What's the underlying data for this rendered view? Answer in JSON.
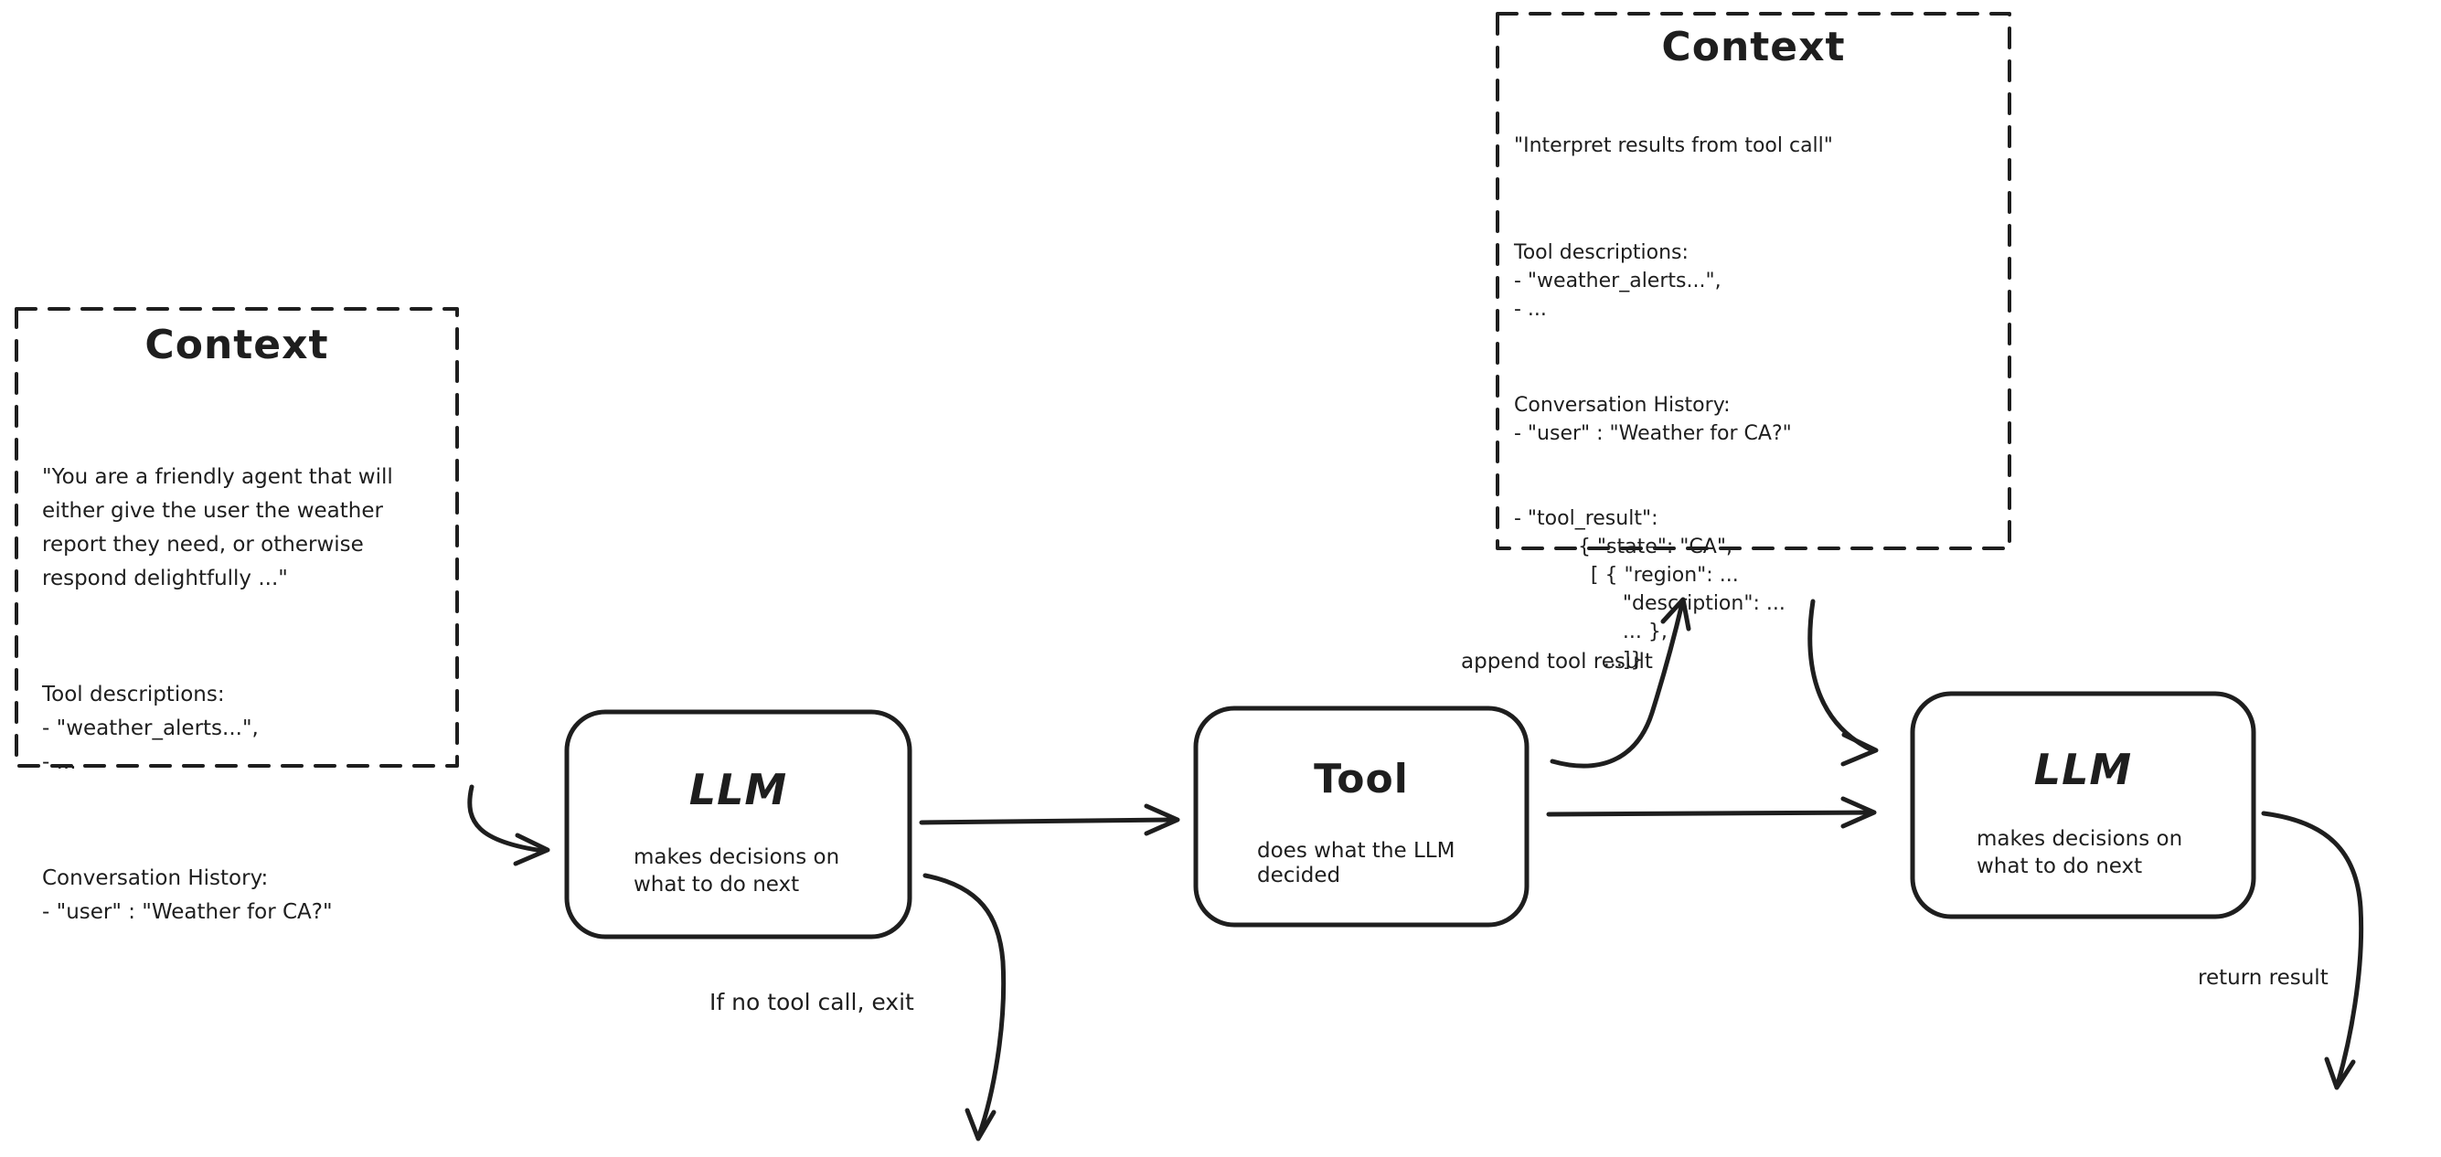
{
  "canvas": {
    "background": "#ffffff",
    "ink": "#1e1e1e"
  },
  "context_left": {
    "title": "Context",
    "system_prompt": "\"You are a friendly agent that will\neither give the user the weather\nreport they need, or otherwise\nrespond delightfully ...\"",
    "tool_descriptions": "Tool descriptions:\n- \"weather_alerts...\",\n- ...",
    "conversation_history": "Conversation History:\n- \"user\" : \"Weather for CA?\""
  },
  "context_top": {
    "title": "Context",
    "instruction": "\"Interpret results from tool call\"",
    "tool_descriptions": "Tool descriptions:\n- \"weather_alerts...\",\n- ...",
    "conversation_history": "Conversation History:\n- \"user\" : \"Weather for CA?\"",
    "tool_result": "- \"tool_result\":\n          { \"state\": \"CA\",\n            [ { \"region\": ...\n                 \"description\": ...\n                 ... },\n              ...]}"
  },
  "llm_1": {
    "title": "LLM",
    "description": "makes decisions on\nwhat to do next"
  },
  "tool": {
    "title": "Tool",
    "description": "does what the LLM\ndecided"
  },
  "llm_2": {
    "title": "LLM",
    "description": "makes decisions on\nwhat to do next"
  },
  "edge_labels": {
    "append_tool_result": "append tool result",
    "no_tool_call_exit": "If no tool call, exit",
    "return_result": "return result"
  }
}
